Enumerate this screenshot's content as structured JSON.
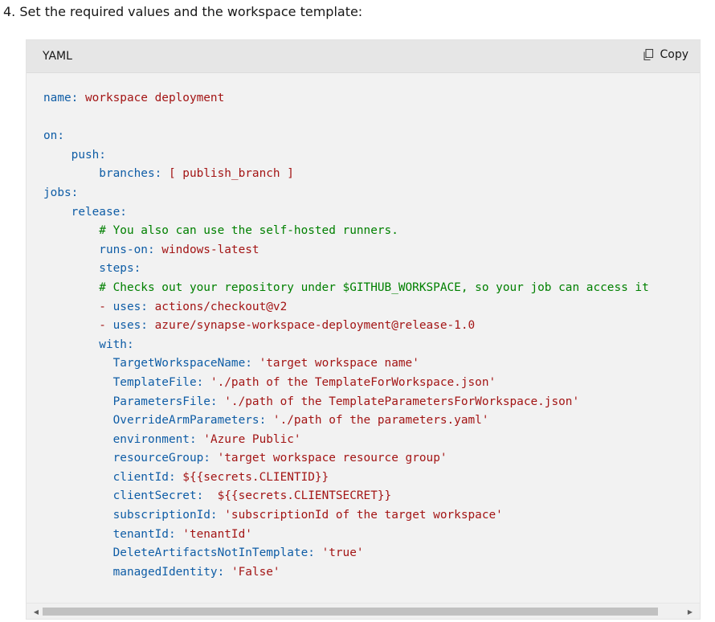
{
  "step": {
    "text": "4. Set the required values and the workspace template:"
  },
  "code_block": {
    "language": "YAML",
    "copy_label": "Copy",
    "copy_icon": "copy-icon",
    "scroll": {
      "thumb_fraction": 0.96,
      "position_fraction": 0.0
    },
    "colors": {
      "key": "#0f5da6",
      "value": "#a31515",
      "comment": "#008000",
      "plain": "#171717",
      "background": "#f2f2f2"
    },
    "lines": [
      [
        {
          "t": "k",
          "s": "name: "
        },
        {
          "t": "v",
          "s": "workspace deployment"
        }
      ],
      [],
      [
        {
          "t": "k",
          "s": "on:"
        }
      ],
      [
        {
          "t": "k",
          "s": "    push:"
        }
      ],
      [
        {
          "t": "k",
          "s": "        branches: "
        },
        {
          "t": "v",
          "s": "[ publish_branch ]"
        }
      ],
      [
        {
          "t": "k",
          "s": "jobs:"
        }
      ],
      [
        {
          "t": "k",
          "s": "    release:"
        }
      ],
      [
        {
          "t": "c",
          "s": "        # You also can use the self-hosted runners."
        }
      ],
      [
        {
          "t": "k",
          "s": "        runs-on: "
        },
        {
          "t": "v",
          "s": "windows-latest"
        }
      ],
      [
        {
          "t": "k",
          "s": "        steps:"
        }
      ],
      [
        {
          "t": "c",
          "s": "        # Checks out your repository under $GITHUB_WORKSPACE, so your job can access it"
        }
      ],
      [
        {
          "t": "v",
          "s": "        - "
        },
        {
          "t": "k",
          "s": "uses: "
        },
        {
          "t": "v",
          "s": "actions/checkout@v2"
        }
      ],
      [
        {
          "t": "v",
          "s": "        - "
        },
        {
          "t": "k",
          "s": "uses: "
        },
        {
          "t": "v",
          "s": "azure/synapse-workspace-deployment@release-1.0"
        }
      ],
      [
        {
          "t": "k",
          "s": "        with:"
        }
      ],
      [
        {
          "t": "k",
          "s": "          TargetWorkspaceName: "
        },
        {
          "t": "v",
          "s": "'target workspace name'"
        }
      ],
      [
        {
          "t": "k",
          "s": "          TemplateFile: "
        },
        {
          "t": "v",
          "s": "'./path of the TemplateForWorkspace.json'"
        }
      ],
      [
        {
          "t": "k",
          "s": "          ParametersFile: "
        },
        {
          "t": "v",
          "s": "'./path of the TemplateParametersForWorkspace.json'"
        }
      ],
      [
        {
          "t": "k",
          "s": "          OverrideArmParameters: "
        },
        {
          "t": "v",
          "s": "'./path of the parameters.yaml'"
        }
      ],
      [
        {
          "t": "k",
          "s": "          environment: "
        },
        {
          "t": "v",
          "s": "'Azure Public'"
        }
      ],
      [
        {
          "t": "k",
          "s": "          resourceGroup: "
        },
        {
          "t": "v",
          "s": "'target workspace resource group'"
        }
      ],
      [
        {
          "t": "k",
          "s": "          clientId: "
        },
        {
          "t": "v",
          "s": "${{secrets.CLIENTID}}"
        }
      ],
      [
        {
          "t": "k",
          "s": "          clientSecret:  "
        },
        {
          "t": "v",
          "s": "${{secrets.CLIENTSECRET}}"
        }
      ],
      [
        {
          "t": "k",
          "s": "          subscriptionId: "
        },
        {
          "t": "v",
          "s": "'subscriptionId of the target workspace'"
        }
      ],
      [
        {
          "t": "k",
          "s": "          tenantId: "
        },
        {
          "t": "v",
          "s": "'tenantId'"
        }
      ],
      [
        {
          "t": "k",
          "s": "          DeleteArtifactsNotInTemplate: "
        },
        {
          "t": "v",
          "s": "'true'"
        }
      ],
      [
        {
          "t": "k",
          "s": "          managedIdentity: "
        },
        {
          "t": "v",
          "s": "'False'"
        }
      ]
    ]
  }
}
